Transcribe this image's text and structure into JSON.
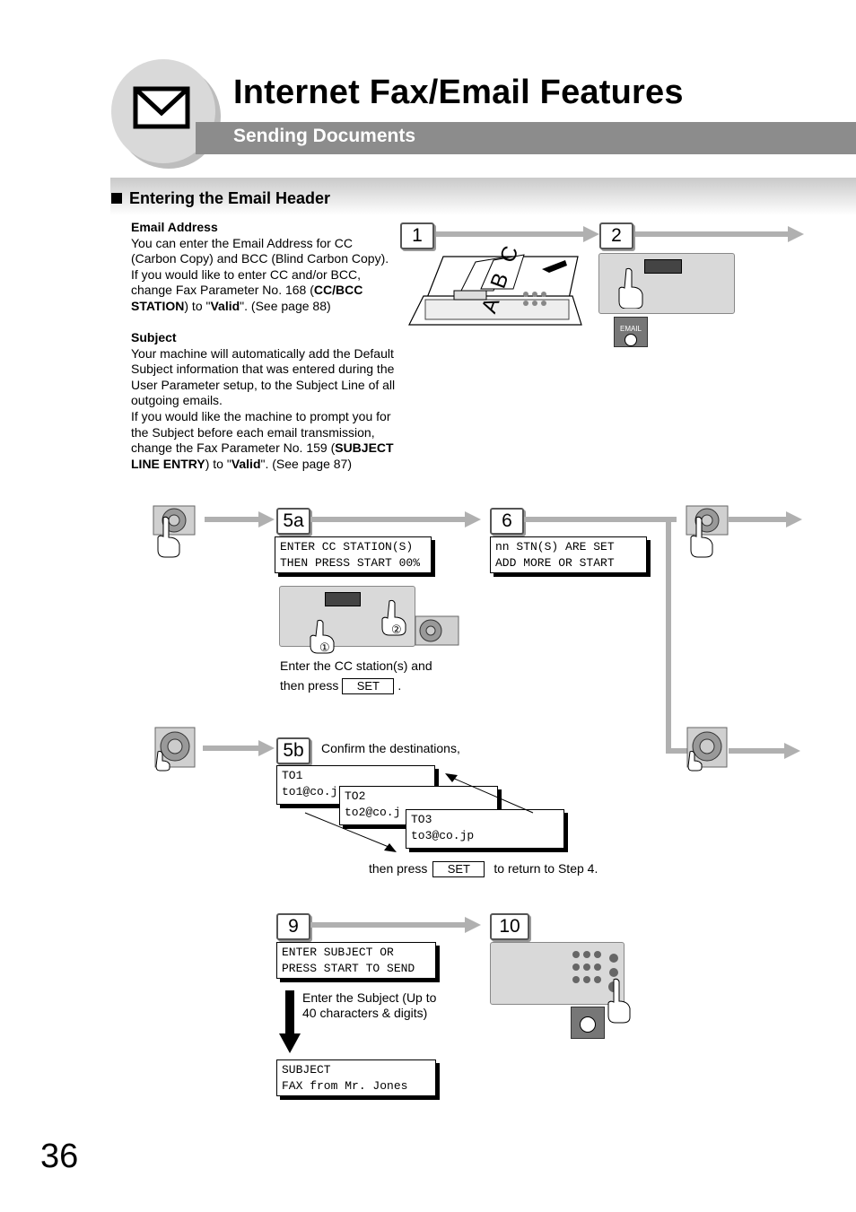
{
  "header": {
    "title": "Internet Fax/Email Features",
    "subtitle": "Sending Documents",
    "icon": "envelope-icon"
  },
  "section": {
    "title": "Entering the Email Header"
  },
  "email_address": {
    "heading": "Email Address",
    "lines": [
      "You can enter the Email Address for CC",
      "(Carbon Copy) and BCC (Blind Carbon Copy).",
      "If you would like to enter CC and/or BCC,"
    ],
    "line4_pre": "change Fax Parameter No. 168 (",
    "line4_bold": "CC/BCC",
    "line5_bold1": "STATION",
    "line5_mid": ") to \"",
    "line5_bold2": "Valid",
    "line5_post": "\". (See page 88)"
  },
  "subject": {
    "heading": "Subject",
    "lines": [
      "Your machine will automatically add the Default",
      "Subject information that was entered during the",
      "User Parameter setup, to the Subject Line of all",
      "outgoing emails.",
      "If you would like the machine to prompt you for",
      "the Subject before each email transmission,"
    ],
    "line7_pre": "change the Fax Parameter No. 159 (",
    "line7_bold": "SUBJECT",
    "line8_bold1": "LINE ENTRY",
    "line8_mid": ") to \"",
    "line8_bold2": "Valid",
    "line8_post": "\". (See page 87)"
  },
  "steps": {
    "s1": "1",
    "s2": "2",
    "s5a": "5a",
    "s6": "6",
    "s5b": "5b",
    "s9": "9",
    "s10": "10"
  },
  "icons": {
    "email_key_label": "EMAIL",
    "circle1": "①",
    "circle2": "②",
    "doc_letters": "A B C"
  },
  "lcd": {
    "cc_l1": "ENTER CC STATION(S)",
    "cc_l2": "THEN PRESS START 00%",
    "stn_l1": "nn STN(S) ARE SET",
    "stn_l2": "ADD MORE OR START",
    "to1_l1": "TO1",
    "to1_l2": "to1@co.j",
    "to2_l1": "TO2",
    "to2_l2": "to2@co.j",
    "to3_l1": "TO3",
    "to3_l2": "to3@co.jp",
    "subj_l1": "ENTER SUBJECT OR",
    "subj_l2": "PRESS START TO SEND",
    "subj2_l1": "SUBJECT",
    "subj2_l2": "FAX from Mr. Jones"
  },
  "captions": {
    "cc_line1": "Enter the CC station(s) and",
    "cc_line2_pre": "then press",
    "cc_line2_post": ".",
    "set_key": "SET",
    "confirm": "Confirm the destinations,",
    "then_press": "then press",
    "return": "to return to Step 4.",
    "subject_line1": "Enter the Subject (Up to",
    "subject_line2": "40 characters & digits)"
  },
  "page_number": "36"
}
